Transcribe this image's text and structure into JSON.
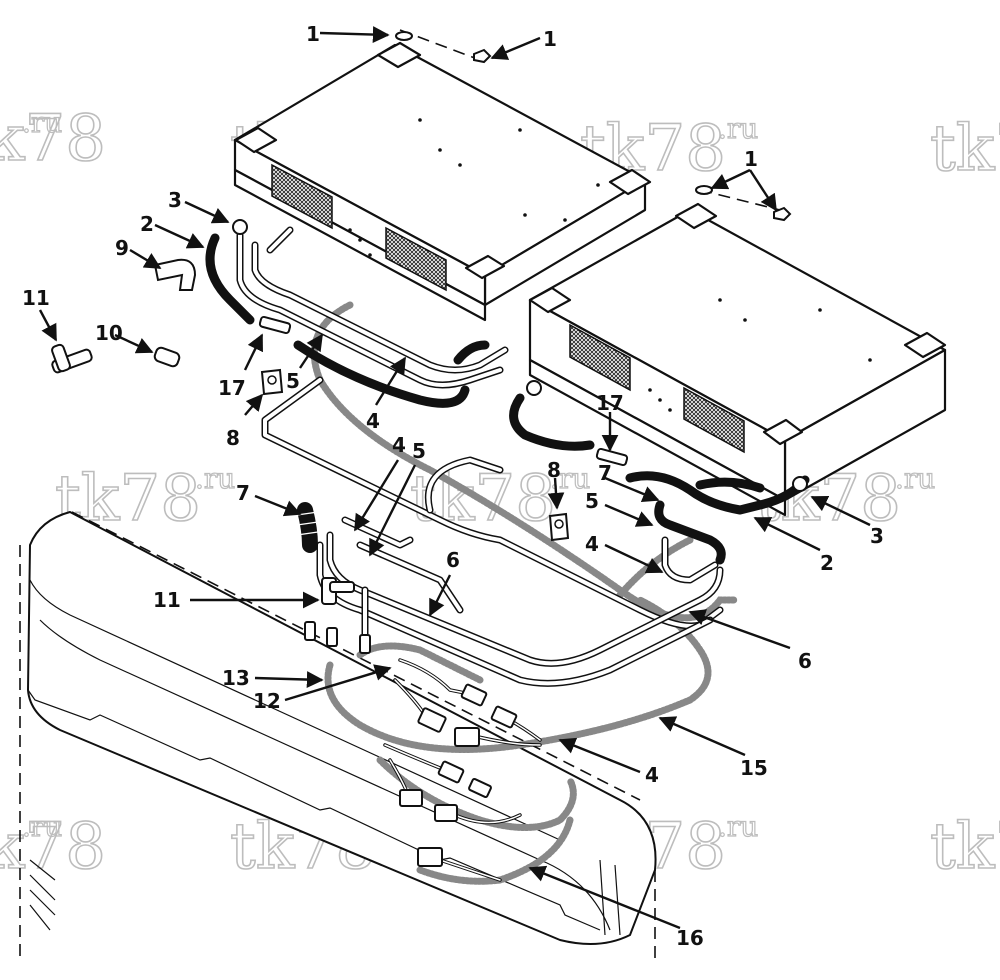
{
  "watermark": {
    "main": "tk78",
    "suffix": ".ru"
  },
  "callouts": [
    {
      "id": "c1a",
      "text": "1"
    },
    {
      "id": "c1b",
      "text": "1"
    },
    {
      "id": "c1c",
      "text": "1"
    },
    {
      "id": "c2a",
      "text": "2"
    },
    {
      "id": "c2b",
      "text": "2"
    },
    {
      "id": "c3a",
      "text": "3"
    },
    {
      "id": "c3b",
      "text": "3"
    },
    {
      "id": "c4a",
      "text": "4"
    },
    {
      "id": "c4b",
      "text": "4"
    },
    {
      "id": "c4c",
      "text": "4"
    },
    {
      "id": "c4d",
      "text": "4"
    },
    {
      "id": "c5a",
      "text": "5"
    },
    {
      "id": "c5b",
      "text": "5"
    },
    {
      "id": "c5c",
      "text": "5"
    },
    {
      "id": "c6a",
      "text": "6"
    },
    {
      "id": "c6b",
      "text": "6"
    },
    {
      "id": "c7a",
      "text": "7"
    },
    {
      "id": "c7b",
      "text": "7"
    },
    {
      "id": "c8a",
      "text": "8"
    },
    {
      "id": "c8b",
      "text": "8"
    },
    {
      "id": "c9",
      "text": "9"
    },
    {
      "id": "c10",
      "text": "10"
    },
    {
      "id": "c11a",
      "text": "11"
    },
    {
      "id": "c11b",
      "text": "11"
    },
    {
      "id": "c12",
      "text": "12"
    },
    {
      "id": "c13",
      "text": "13"
    },
    {
      "id": "c15",
      "text": "15"
    },
    {
      "id": "c16",
      "text": "16"
    },
    {
      "id": "c17a",
      "text": "17"
    },
    {
      "id": "c17b",
      "text": "17"
    }
  ]
}
